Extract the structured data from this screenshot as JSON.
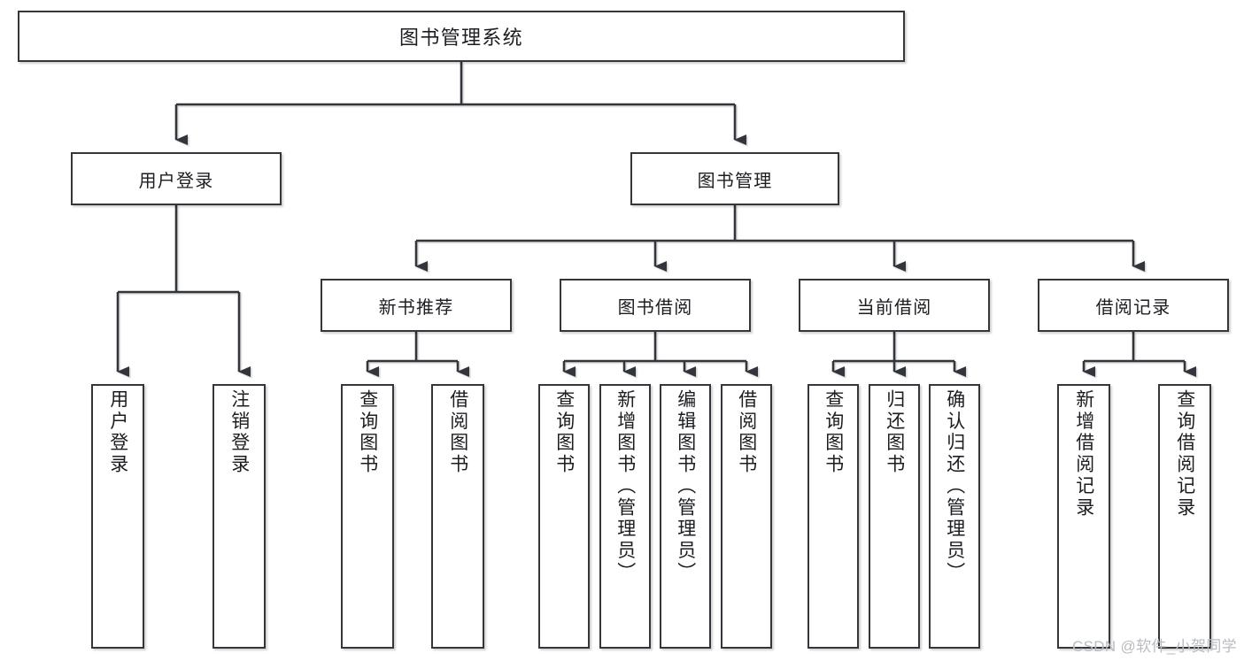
{
  "diagram": {
    "title": "图书管理系统",
    "type": "tree",
    "watermark": "CSDN @软件_小贺同学",
    "colors": {
      "box_border": "#33363b",
      "box_fill": "#ffffff",
      "connector": "#33363b",
      "text": "#1b1d20",
      "watermark": "#b9bcc0",
      "background": "#ffffff"
    }
  },
  "nodes": {
    "root": {
      "label": "图书管理系统"
    },
    "level2": [
      {
        "label": "用户登录"
      },
      {
        "label": "图书管理"
      }
    ],
    "level3": [
      {
        "label": "新书推荐"
      },
      {
        "label": "图书借阅"
      },
      {
        "label": "当前借阅"
      },
      {
        "label": "借阅记录"
      }
    ],
    "leaves": {
      "user_login": [
        {
          "label": "用户登录"
        },
        {
          "label": "注销登录"
        }
      ],
      "new_book": [
        {
          "label": "查询图书"
        },
        {
          "label": "借阅图书"
        }
      ],
      "book_borrow": [
        {
          "label": "查询图书"
        },
        {
          "label": "新增图书（管理员）"
        },
        {
          "label": "编辑图书（管理员）"
        },
        {
          "label": "借阅图书"
        }
      ],
      "current_borrow": [
        {
          "label": "查询图书"
        },
        {
          "label": "归还图书"
        },
        {
          "label": "确认归还（管理员）"
        }
      ],
      "borrow_record": [
        {
          "label": "新增借阅记录"
        },
        {
          "label": "查询借阅记录"
        }
      ]
    }
  }
}
